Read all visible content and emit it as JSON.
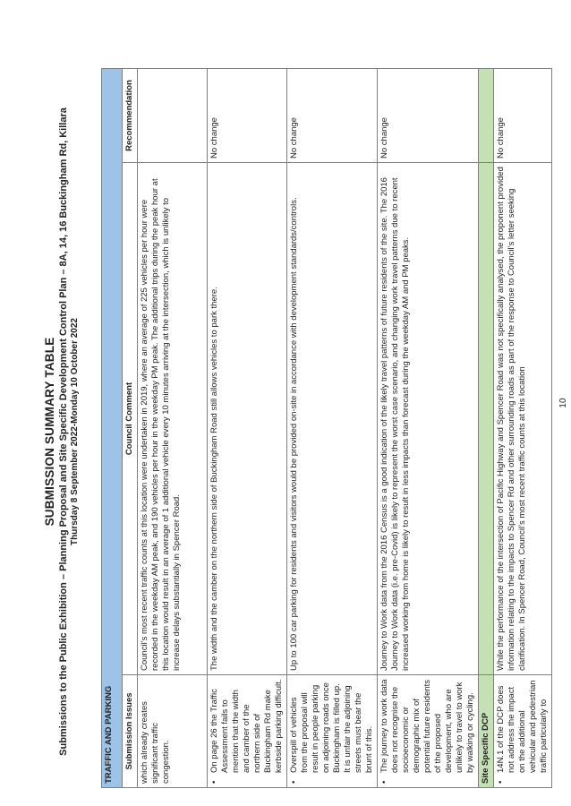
{
  "header": {
    "title": "SUBMISSION SUMMARY TABLE",
    "subtitle": "Submissions to the Public Exhibition – Planning Proposal and Site Specific Development Control Plan – 8A, 14, 16 Buckingham Rd, Killara",
    "dates": "Thursday 8 September 2022-Monday 10 October 2022"
  },
  "table": {
    "section_traffic": "TRAFFIC AND PARKING",
    "columns": [
      "Submission Issues",
      "Council Comment",
      "Recommendation"
    ],
    "rows": [
      {
        "issue": "which already creates significant traffic congestion.",
        "comment": "Council’s most recent traffic counts at this location were undertaken in 2019, where an average of 225 vehicles per hour were recorded in the weekday AM peak, and 190 vehicles per hour in the weekday PM peak. The additional trips during the peak hour at this location would result in an average of 1 additional vehicle every 10 minutes arriving at the intersection, which is unlikely to increase delays substantially in Spencer Road.",
        "recommendation": ""
      },
      {
        "issue": "On page 26 the Traffic Assessment fails to mention that the width and camber of the northern side of Buckingham Rd make kerbside parking difficult.",
        "comment": "The width and the camber on the northern side of Buckingham Road still allows vehicles to park there.",
        "recommendation": "No change"
      },
      {
        "issue": "Overspill of vehicles from the proposal will result in people parking on adjoining roads once Buckingham is filled up. It is unfair the adjoining streets must bear the brunt of this.",
        "comment": "Up to 100 car parking for residents and visitors would be provided on-site in accordance with development standards/controls.",
        "recommendation": "No change"
      },
      {
        "issue": "The journey to work data does not recognise the socioeconomic or demographic mix of potential future residents of the proposed development, who are unlikely to travel to work by walking or cycling.",
        "comment": "Journey to Work data from the 2016 Census is a good indication of the likely travel patterns of future residents of the site. The 2016 Journey to Work data (i.e. pre-Covid) is likely to represent the worst case scenario, and changing work travel patterns due to recent increased working from home is likely to result in less impacts than forecast during the weekday AM and PM peaks.",
        "recommendation": "No change"
      }
    ],
    "section_site": "Site Specific DCP",
    "rows_site": [
      {
        "issue": "14N.1 of the DCP does not address the impact on the additional vehicular and pedestrian traffic particularly to",
        "comment": "While the performance of the intersection of Pacific Highway and Spencer Road was not specifically analysed, the proponent provided information relating to the impacts to Spencer Rd and other surrounding roads as part of the response to Council’s letter seeking clarification. In Spencer Road, Council’s most recent traffic counts at this location",
        "recommendation": "No change"
      }
    ]
  },
  "footer": {
    "page_number": "10"
  }
}
